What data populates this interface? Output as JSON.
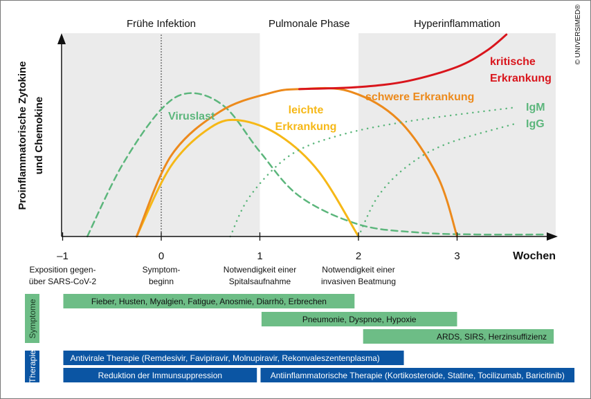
{
  "copyright": "© UNIVERSIMED®",
  "phases": [
    {
      "label": "Frühe Infektion",
      "from": -1,
      "to": 1,
      "shaded": true
    },
    {
      "label": "Pulmonale Phase",
      "from": 1,
      "to": 2,
      "shaded": false
    },
    {
      "label": "Hyperinflammation",
      "from": 2,
      "to": 4,
      "shaded": true
    }
  ],
  "colors": {
    "green": "#6dbd86",
    "blue": "#0b55a3",
    "red": "#d9151c",
    "orange": "#ec8a1c",
    "yellow": "#f6b817",
    "dashgreen": "#5cb67c",
    "shade": "#ebebeb"
  },
  "chart_data": {
    "type": "line",
    "ylabel_line1": "Proinflammatorische Zytokine",
    "ylabel_line2": "und Chemokine",
    "xlabel": "Wochen",
    "xlim": [
      -1,
      4
    ],
    "ylim": [
      0,
      1
    ],
    "ticks": [
      {
        "value": -1,
        "label": "–1",
        "note1": "Exposition gegen-",
        "note2": "über SARS-CoV-2"
      },
      {
        "value": 0,
        "label": "0",
        "note1": "Symptom-",
        "note2": "beginn"
      },
      {
        "value": 1,
        "label": "1",
        "note1": "Notwendigkeit einer",
        "note2": "Spitalsaufnahme"
      },
      {
        "value": 2,
        "label": "2",
        "note1": "Notwendigkeit einer",
        "note2": "invasiven Beatmung"
      },
      {
        "value": 3,
        "label": "3",
        "note1": "",
        "note2": ""
      }
    ],
    "series": [
      {
        "name": "Viruslast",
        "label1": "Viruslast",
        "label2": "",
        "style": "dashed",
        "color": "dashgreen",
        "points": [
          [
            -0.75,
            0
          ],
          [
            -0.4,
            0.35
          ],
          [
            0,
            0.63
          ],
          [
            0.3,
            0.71
          ],
          [
            0.65,
            0.64
          ],
          [
            1,
            0.42
          ],
          [
            1.4,
            0.2
          ],
          [
            2,
            0.06
          ],
          [
            2.6,
            0.02
          ],
          [
            3.2,
            0.01
          ],
          [
            3.9,
            0.01
          ]
        ]
      },
      {
        "name": "leichte Erkrankung",
        "label1": "leichte",
        "label2": "Erkrankung",
        "style": "solid",
        "color": "yellow",
        "points": [
          [
            -0.25,
            0
          ],
          [
            0.1,
            0.35
          ],
          [
            0.5,
            0.54
          ],
          [
            0.8,
            0.575
          ],
          [
            1.2,
            0.5
          ],
          [
            1.6,
            0.32
          ],
          [
            2,
            0
          ]
        ]
      },
      {
        "name": "schwere Erkrankung",
        "label1": "schwere Erkrankung",
        "label2": "",
        "style": "solid",
        "color": "orange",
        "points": [
          [
            -0.25,
            0
          ],
          [
            0.1,
            0.4
          ],
          [
            0.6,
            0.62
          ],
          [
            1.1,
            0.71
          ],
          [
            1.4,
            0.73
          ],
          [
            1.9,
            0.72
          ],
          [
            2.4,
            0.58
          ],
          [
            2.8,
            0.3
          ],
          [
            3,
            0
          ]
        ]
      },
      {
        "name": "kritische Erkrankung",
        "label1": "kritische",
        "label2": "Erkrankung",
        "style": "solid",
        "color": "red",
        "points": [
          [
            1.4,
            0.73
          ],
          [
            2,
            0.74
          ],
          [
            2.5,
            0.77
          ],
          [
            3,
            0.84
          ],
          [
            3.3,
            0.92
          ],
          [
            3.5,
            1.0
          ]
        ]
      },
      {
        "name": "IgM",
        "label1": "IgM",
        "label2": "",
        "style": "dotted",
        "color": "dashgreen",
        "points": [
          [
            0.7,
            0
          ],
          [
            0.9,
            0.2
          ],
          [
            1.3,
            0.4
          ],
          [
            1.8,
            0.5
          ],
          [
            2.5,
            0.57
          ],
          [
            3.6,
            0.64
          ]
        ]
      },
      {
        "name": "IgG",
        "label1": "IgG",
        "label2": "",
        "style": "dotted",
        "color": "dashgreen",
        "points": [
          [
            2,
            0
          ],
          [
            2.2,
            0.2
          ],
          [
            2.5,
            0.35
          ],
          [
            2.9,
            0.46
          ],
          [
            3.6,
            0.56
          ]
        ]
      }
    ]
  },
  "symptome": {
    "title": "Symptome",
    "bars": [
      {
        "label": "Fieber, Husten, Myalgien, Fatigue, Anosmie, Diarrhö, Erbrechen",
        "from": -1,
        "to": 1.96
      },
      {
        "label": "Pneumonie, Dyspnoe, Hypoxie",
        "from": 1.01,
        "to": 3.0
      },
      {
        "label": "ARDS, SIRS, Herzinsuffizienz",
        "from": 2.04,
        "to": 3.98
      }
    ]
  },
  "therapie": {
    "title": "Therapie",
    "bars": [
      {
        "label": "Antivirale Therapie (Remdesivir, Favipiravir, Molnupiravir, Rekonvaleszentenplasma)",
        "from": -1,
        "to": 2.46,
        "row": 0
      },
      {
        "label": "Reduktion der Immunsuppression",
        "from": -1,
        "to": 0.97,
        "row": 1
      },
      {
        "label": "Antiinflammatorische Therapie (Kortikosteroide, Statine, Tocilizumab, Baricitinib)",
        "from": 1.0,
        "to": 4.19,
        "row": 1
      }
    ]
  }
}
